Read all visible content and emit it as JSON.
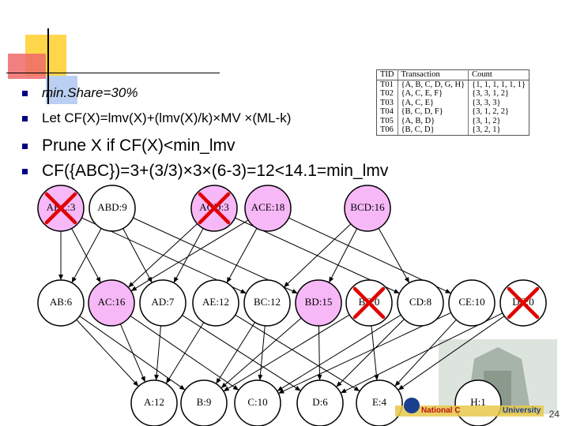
{
  "bullets": [
    {
      "text": "min.Share=30%"
    },
    {
      "text": "Let CF(X)=lmv(X)+(lmv(X)/k)×MV ×(ML-k)"
    },
    {
      "text": "Prune X if CF(X)<min_lmv"
    },
    {
      "text": "CF({ABC})=3+(3/3)×3×(6-3)=12<14.1=min_lmv"
    }
  ],
  "table": {
    "headers": [
      "TID",
      "Transaction",
      "Count"
    ],
    "rows": [
      [
        "T01",
        "{A, B, C, D, G, H}",
        "{1, 1, 1, 1, 1, 1}"
      ],
      [
        "T02",
        "{A, C, E, F}",
        "{3, 3, 1, 2}"
      ],
      [
        "T03",
        "{A, C, E}",
        "{3, 3, 3}"
      ],
      [
        "T04",
        "{B, C, D, F}",
        "{3, 1, 2, 2}"
      ],
      [
        "T05",
        "{A, B, D}",
        "{3, 1, 2}"
      ],
      [
        "T06",
        "{B, C, D}",
        "{3, 2, 1}"
      ]
    ]
  },
  "lattice": {
    "level3": [
      {
        "label": "ABC:3",
        "fill": "#f7b8f7",
        "pruned": true
      },
      {
        "label": "ABD:9",
        "fill": "#ffffff",
        "pruned": false
      },
      {
        "label": "ACD:3",
        "fill": "#f7b8f7",
        "pruned": true
      },
      {
        "label": "ACE:18",
        "fill": "#f7b8f7",
        "pruned": false
      },
      {
        "label": "BCD:16",
        "fill": "#f7b8f7",
        "pruned": false
      }
    ],
    "level2": [
      {
        "label": "AB:6",
        "fill": "#ffffff",
        "pruned": false
      },
      {
        "label": "AC:16",
        "fill": "#f7b8f7",
        "pruned": false
      },
      {
        "label": "AD:7",
        "fill": "#ffffff",
        "pruned": false
      },
      {
        "label": "AE:12",
        "fill": "#ffffff",
        "pruned": false
      },
      {
        "label": "BC:12",
        "fill": "#ffffff",
        "pruned": false
      },
      {
        "label": "BD:15",
        "fill": "#f7b8f7",
        "pruned": false
      },
      {
        "label": "BE:0",
        "fill": "#ffffff",
        "pruned": true
      },
      {
        "label": "CD:8",
        "fill": "#ffffff",
        "pruned": false
      },
      {
        "label": "CE:10",
        "fill": "#ffffff",
        "pruned": false
      },
      {
        "label": "DE:0",
        "fill": "#ffffff",
        "pruned": true
      }
    ],
    "level1": [
      {
        "label": "A:12",
        "fill": "#ffffff",
        "pruned": false
      },
      {
        "label": "B:9",
        "fill": "#ffffff",
        "pruned": false
      },
      {
        "label": "C:10",
        "fill": "#ffffff",
        "pruned": false
      },
      {
        "label": "D:6",
        "fill": "#ffffff",
        "pruned": false
      },
      {
        "label": "E:4",
        "fill": "#ffffff",
        "pruned": false
      },
      {
        "label": "H:1",
        "fill": "#ffffff",
        "pruned": false
      }
    ],
    "edges_l3_l2": [
      [
        0,
        0
      ],
      [
        0,
        1
      ],
      [
        0,
        4
      ],
      [
        1,
        0
      ],
      [
        1,
        2
      ],
      [
        1,
        5
      ],
      [
        2,
        1
      ],
      [
        2,
        2
      ],
      [
        2,
        7
      ],
      [
        3,
        1
      ],
      [
        3,
        3
      ],
      [
        3,
        8
      ],
      [
        4,
        4
      ],
      [
        4,
        5
      ],
      [
        4,
        7
      ]
    ],
    "edges_l2_l1": [
      [
        0,
        0
      ],
      [
        0,
        1
      ],
      [
        1,
        0
      ],
      [
        1,
        2
      ],
      [
        2,
        0
      ],
      [
        2,
        3
      ],
      [
        3,
        0
      ],
      [
        3,
        4
      ],
      [
        4,
        1
      ],
      [
        4,
        2
      ],
      [
        5,
        1
      ],
      [
        5,
        3
      ],
      [
        6,
        1
      ],
      [
        6,
        4
      ],
      [
        7,
        2
      ],
      [
        7,
        3
      ],
      [
        8,
        2
      ],
      [
        8,
        4
      ],
      [
        9,
        3
      ],
      [
        9,
        4
      ]
    ]
  },
  "logo": {
    "left": "National C",
    "right": "University"
  },
  "page_number": "24",
  "colors": {
    "highlight": "#f7b8f7",
    "prune_mark": "#e00000",
    "bullet": "#000080"
  }
}
